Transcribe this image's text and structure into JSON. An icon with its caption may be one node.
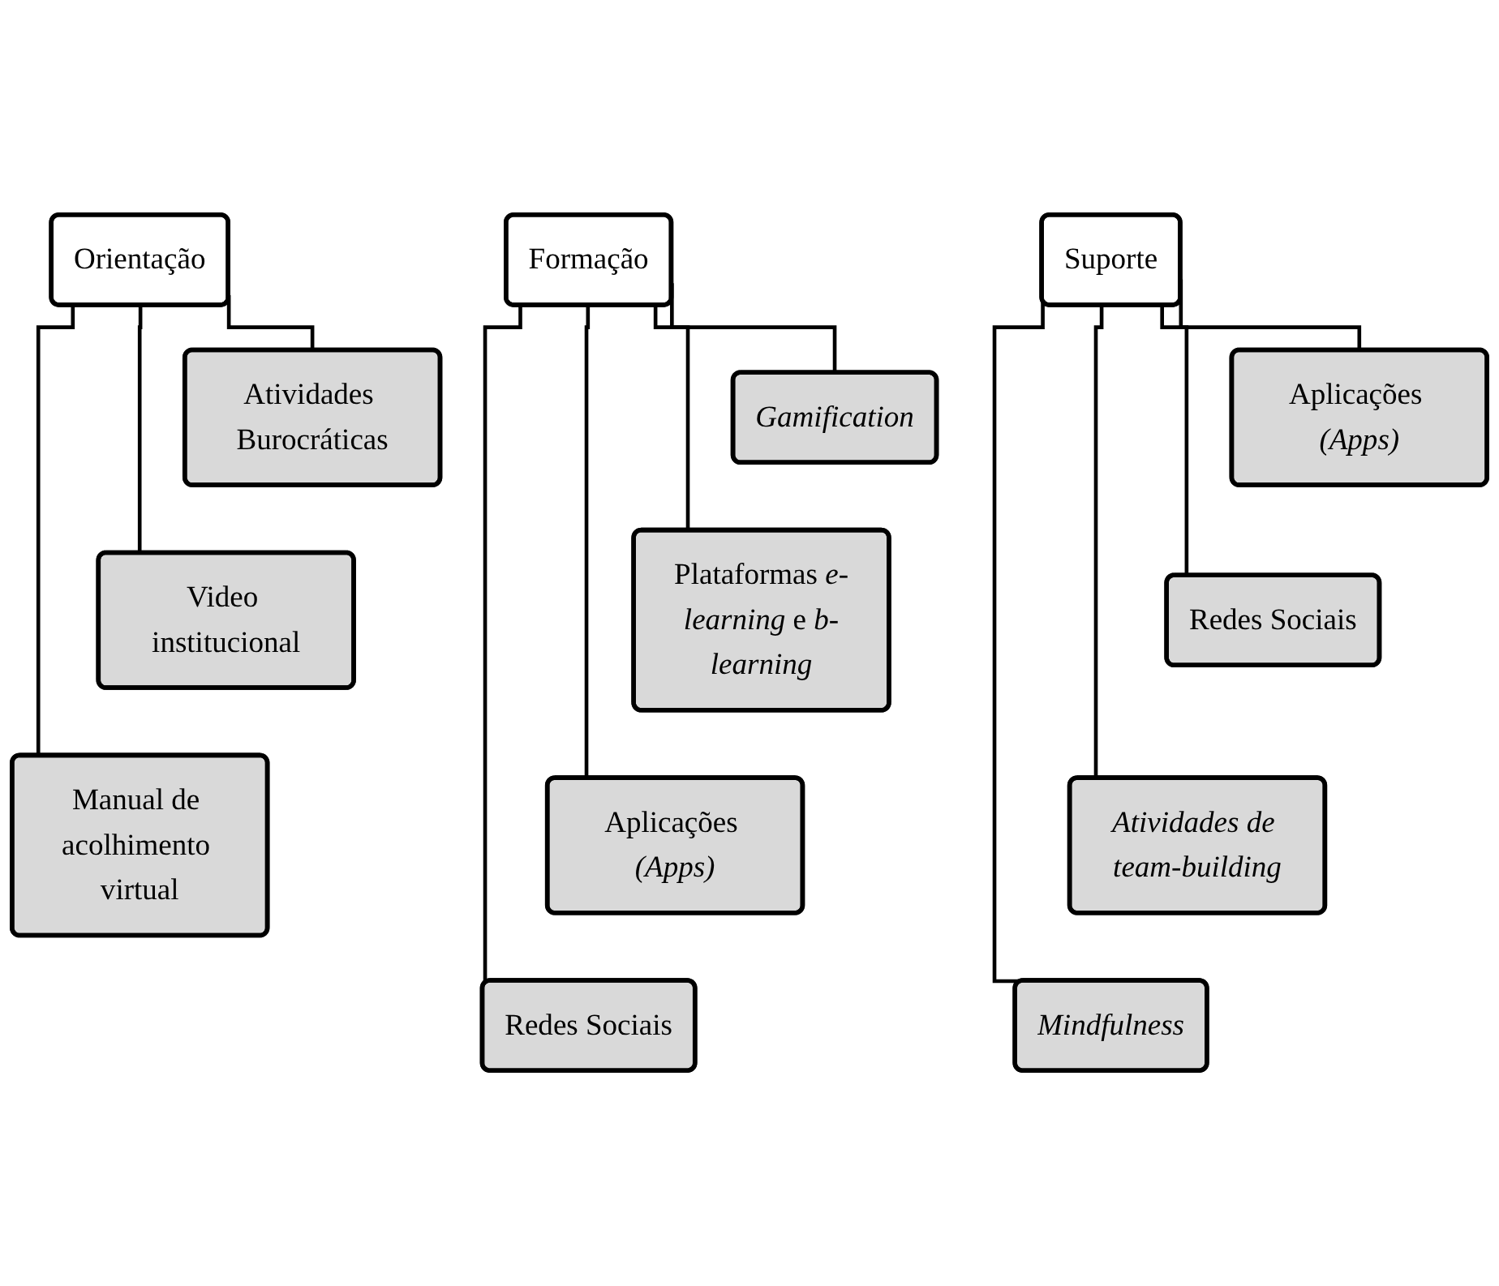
{
  "diagram": {
    "nodes": [
      {
        "text": [
          "Orientação"
        ]
      },
      {
        "text": [
          "Atividades Burocráticas"
        ]
      },
      {
        "text": [
          "Video institucional"
        ]
      },
      {
        "text": [
          "Manual de acolhimento virtual"
        ]
      },
      {
        "text": [
          "Formação"
        ]
      },
      {
        "text": [
          "Gamification"
        ]
      },
      {
        "text": [
          "Plataformas *e-learning* e *b-learning*"
        ]
      },
      {
        "text": [
          "Aplicações *(Apps)*"
        ]
      },
      {
        "text": [
          "Redes Sociais"
        ]
      },
      {
        "text": [
          "Suporte"
        ]
      },
      {
        "text": [
          "Aplicações *(Apps)*"
        ]
      },
      {
        "text": [
          "Redes Sociais"
        ]
      },
      {
        "text": [
          "Atividades de team-building"
        ]
      },
      {
        "text": [
          "Mindfulness"
        ]
      }
    ],
    "edges": [
      {
        "from": 0,
        "to": 1,
        "arrow": "none"
      },
      {
        "from": 0,
        "to": 2,
        "arrow": "none"
      },
      {
        "from": 0,
        "to": 3,
        "arrow": "none"
      },
      {
        "from": 4,
        "to": 5,
        "arrow": "none"
      },
      {
        "from": 4,
        "to": 6,
        "arrow": "none"
      },
      {
        "from": 4,
        "to": 7,
        "arrow": "none"
      },
      {
        "from": 4,
        "to": 8,
        "arrow": "none"
      },
      {
        "from": 9,
        "to": 10,
        "arrow": "none"
      },
      {
        "from": 9,
        "to": 11,
        "arrow": "none"
      },
      {
        "from": 9,
        "to": 12,
        "arrow": "none"
      },
      {
        "from": 9,
        "to": 13,
        "arrow": "none"
      }
    ]
  }
}
